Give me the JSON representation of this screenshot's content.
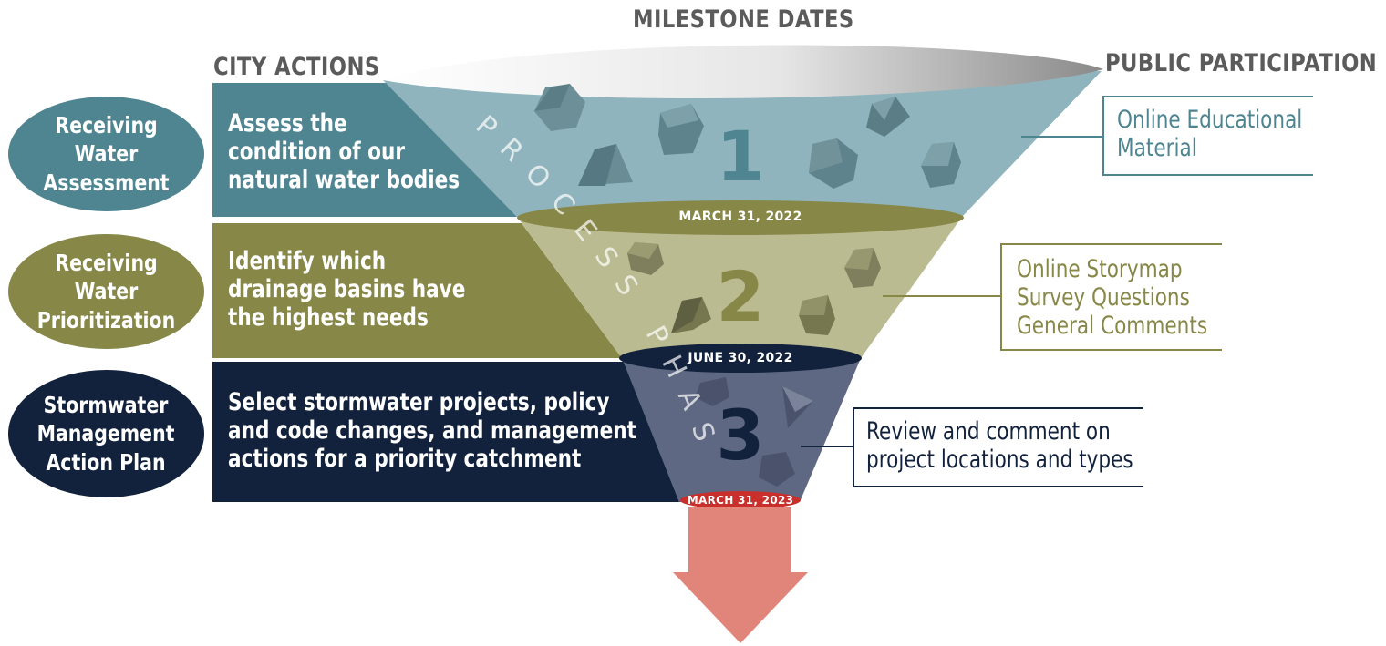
{
  "headers": {
    "milestone_dates": "MILESTONE DATES",
    "city_actions": "CITY ACTIONS",
    "public_participation": "PUBLIC PARTICIPATION"
  },
  "phases": [
    {
      "number": "1",
      "name": "Receiving Water\nAssessment",
      "action": "Assess the\ncondition of our\nnatural water bodies",
      "date": "MARCH 31, 2022",
      "participation": "Online Educational\nMaterial",
      "color": "#4e8590"
    },
    {
      "number": "2",
      "name": "Receiving Water\nPrioritization",
      "action": "Identify which\ndrainage basins have\nthe highest needs",
      "date": "JUNE 30, 2022",
      "participation": "Online Storymap\nSurvey Questions\nGeneral Comments",
      "color": "#878748"
    },
    {
      "number": "3",
      "name": "Stormwater\nManagement\nAction Plan",
      "action": "Select stormwater projects, policy\nand code changes, and management\nactions for a priority catchment",
      "date": "MARCH 31, 2023",
      "participation": "Review and comment on\nproject locations and types",
      "color": "#12223c"
    }
  ],
  "funnel_label": "PROCESS PHASES",
  "colors": {
    "teal": "#4e8590",
    "olive": "#878748",
    "navy": "#12223c",
    "funnel_teal": "#8fb4bd",
    "funnel_olive": "#bbbb91",
    "funnel_navy": "#5e6882",
    "arrow": "#e1857a",
    "date_red": "#c9302c",
    "header_gray": "#5b5b5b"
  }
}
